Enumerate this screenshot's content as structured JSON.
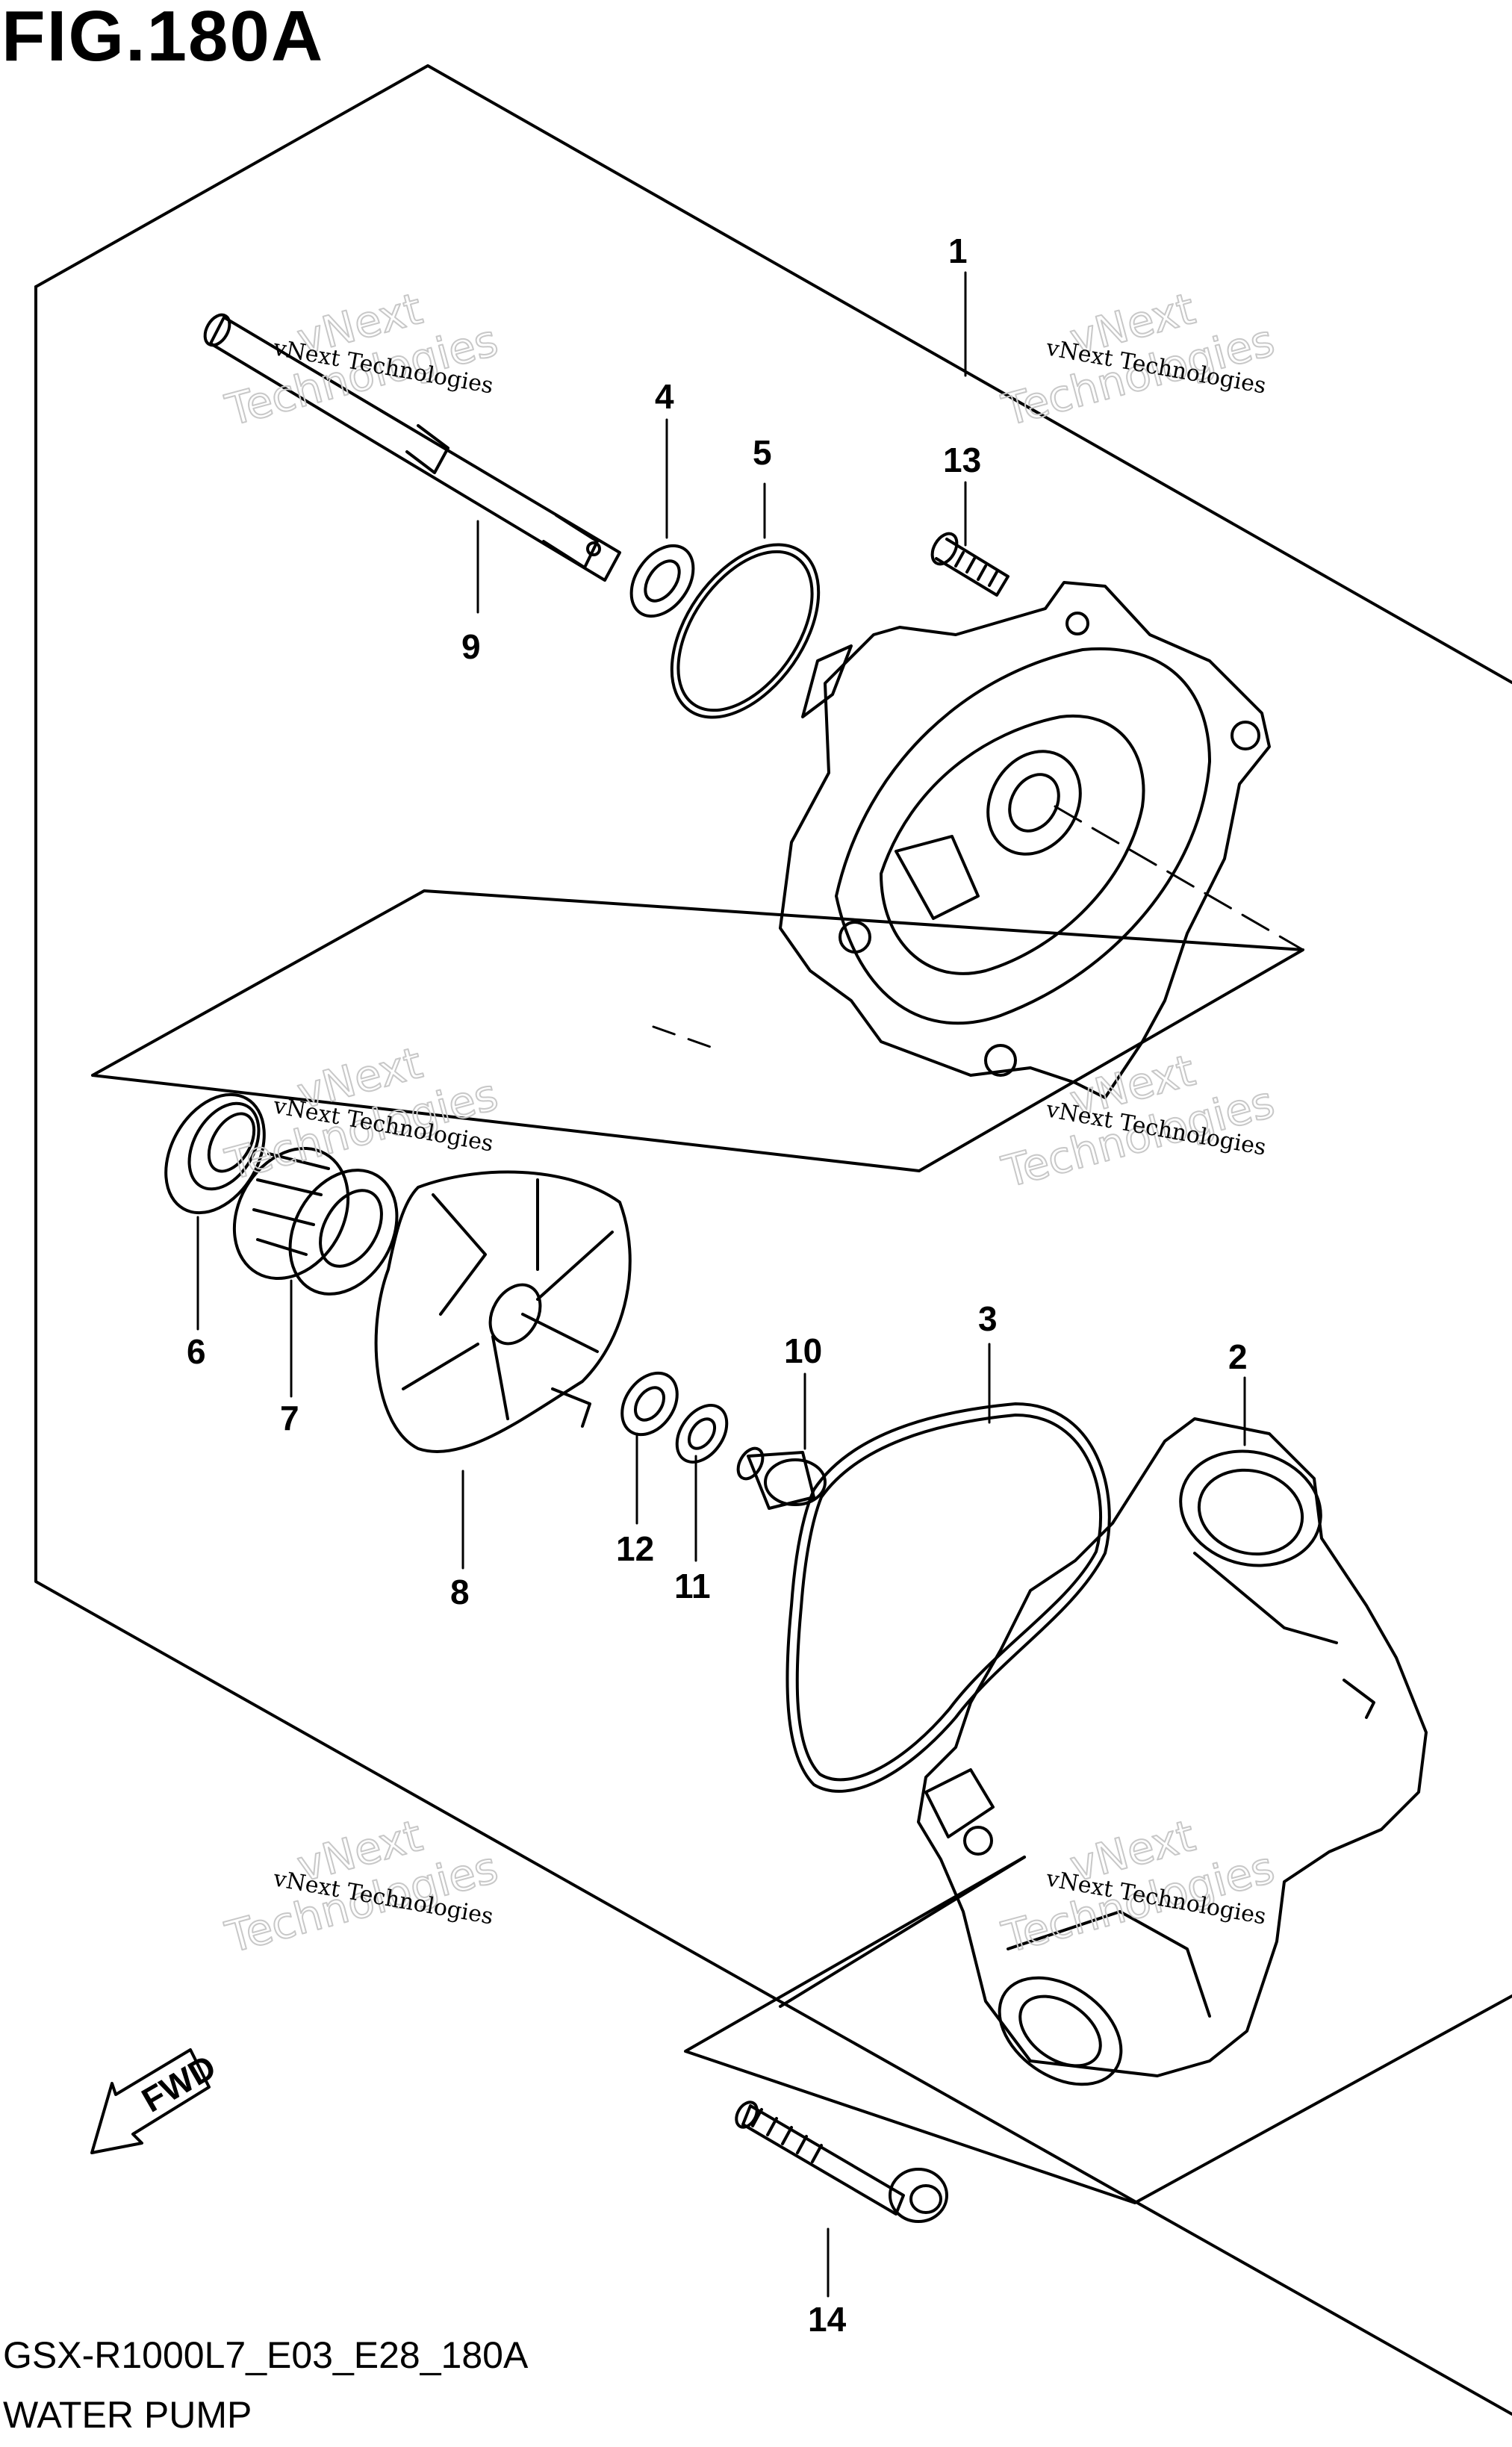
{
  "figure": {
    "title": "FIG.180A",
    "code": "GSX-R1000L7_E03_E28_180A",
    "name": "WATER PUMP"
  },
  "direction_marker": "FWD",
  "watermark": {
    "line1": "vNext Technologies",
    "line2": "Technologies",
    "line3": "vNext"
  },
  "callouts": [
    "1",
    "2",
    "3",
    "4",
    "5",
    "6",
    "7",
    "8",
    "9",
    "10",
    "11",
    "12",
    "13",
    "14"
  ]
}
